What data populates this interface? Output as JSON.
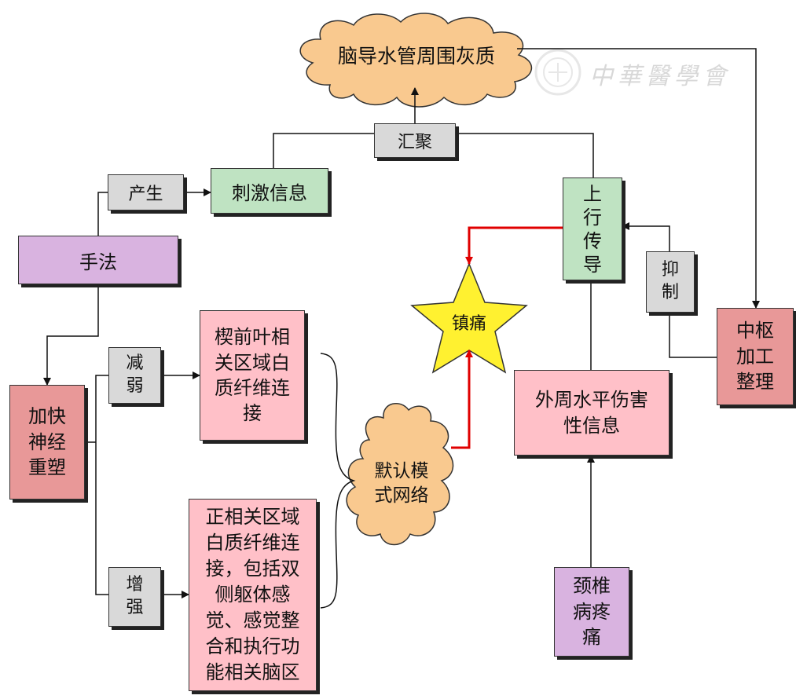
{
  "nodes": {
    "pag": "脑导水管周围灰质",
    "converge": "汇聚",
    "produce": "产生",
    "stimulus": "刺激信息",
    "manipulation": "手法",
    "ascending": "上\n行\n传\n导",
    "analgesia": "镇痛",
    "inhibit": "抑\n制",
    "central": "中枢\n加工\n整理",
    "neuroplasticity": "加快\n神经\n重塑",
    "weaken": "减\n弱",
    "strengthen": "增\n强",
    "precuneus": "楔前叶相\n关区域白\n质纤维连\n接",
    "positive": "正相关区域\n白质纤维连\n接，包括双\n侧躯体感\n觉、感觉整\n合和执行功\n能相关脑区",
    "dmn": "默认模\n式网络",
    "peripheral": "外周水平伤害\n性信息",
    "cervical": "颈椎\n病疼\n痛"
  },
  "watermark": "中華醫學會",
  "colors": {
    "gray": "#d9d9d9",
    "green": "#bfe3c2",
    "purple": "#d9b3e0",
    "pink": "#ffc0c8",
    "rose": "#e89898",
    "cloud": "#f9c98f",
    "star": "#fff130",
    "red_arrow": "#e00000"
  }
}
